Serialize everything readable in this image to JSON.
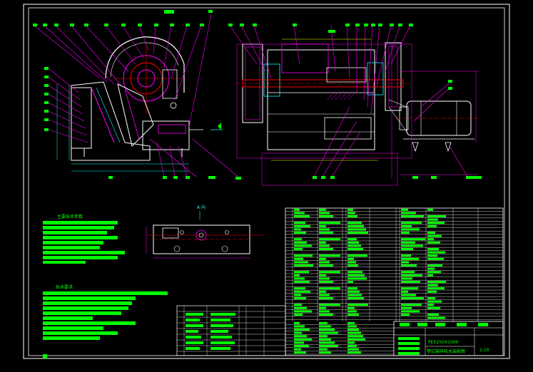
{
  "drawing": {
    "frame_color": "#ffffff",
    "background": "#000000",
    "line_colors": {
      "leader": "#ff00ff",
      "outline": "#ffffff",
      "dimension": "#00ffff",
      "centerline": "#ff0000",
      "hidden": "#ffff00",
      "annotation": "#00ff00"
    }
  },
  "views": {
    "detail_marker": "A 向"
  },
  "title_block": {
    "model": "PEX250X1000",
    "drawing_name": "颚式破碎机总装配图",
    "scale": "1:10"
  },
  "tech_params_heading": "主要技术参数",
  "tech_requirements_heading": "技术要求"
}
